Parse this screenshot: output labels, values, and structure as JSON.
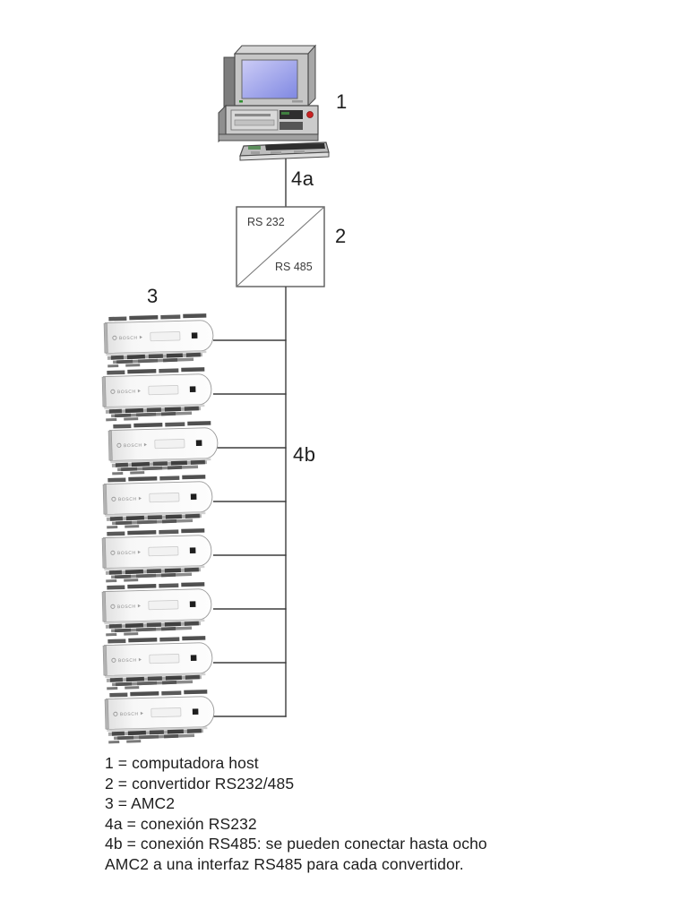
{
  "labels": {
    "computer": "1",
    "converter": "2",
    "amc_group": "3",
    "rs232_connection": "4a",
    "rs485_connection": "4b"
  },
  "converter_box": {
    "input_label": "RS 232",
    "output_label": "RS 485"
  },
  "devices": {
    "count": 8,
    "brand": "BOSCH"
  },
  "legend": {
    "lines": [
      "1 = computadora host",
      "2 = convertidor RS232/485",
      "3 = AMC2",
      "4a = conexión RS232",
      "4b = conexión RS485: se pueden conectar hasta ocho",
      "AMC2 a una interfaz RS485 para cada convertidor."
    ]
  },
  "colors": {
    "wire": "#3c3c3c",
    "label_text": "#1d1d1d",
    "legend_text": "#1e1e1e",
    "screen_top": "#ccccf6",
    "screen_bottom": "#7f88e2",
    "power_button": "#c92121",
    "status_led": "#2f8f2f",
    "device_body": "#fafafa",
    "terminal_dark": "#4a4a4a"
  }
}
